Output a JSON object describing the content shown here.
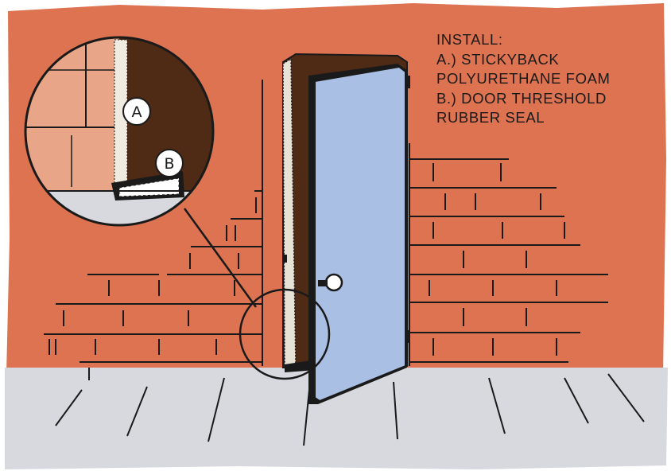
{
  "caption": {
    "title": "INSTALL:",
    "lines": [
      "A.) STICKYBACK",
      "POLYURETHANE FOAM",
      "B.) DOOR THRESHOLD",
      "RUBBER SEAL"
    ]
  },
  "callouts": {
    "a": "A",
    "b": "B"
  },
  "colors": {
    "wall": "#dd7350",
    "wall_dark": "#c9603f",
    "floor": "#d7d9de",
    "door": "#a9bfe3",
    "frame": "#4f2a14",
    "outline": "#1a1a1a"
  }
}
